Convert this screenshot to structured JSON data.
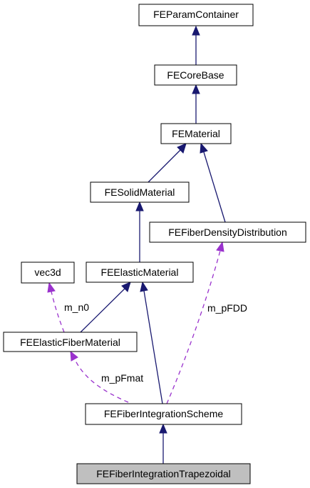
{
  "diagram": {
    "nodes": {
      "param_container": {
        "label": "FEParamContainer"
      },
      "core_base": {
        "label": "FECoreBase"
      },
      "material": {
        "label": "FEMaterial"
      },
      "solid_material": {
        "label": "FESolidMaterial"
      },
      "fiber_density": {
        "label": "FEFiberDensityDistribution"
      },
      "vec3d": {
        "label": "vec3d"
      },
      "elastic_material": {
        "label": "FEElasticMaterial"
      },
      "elastic_fiber_material": {
        "label": "FEElasticFiberMaterial"
      },
      "integration_scheme": {
        "label": "FEFiberIntegrationScheme"
      },
      "integration_trapezoidal": {
        "label": "FEFiberIntegrationTrapezoidal"
      }
    },
    "edge_labels": {
      "m_n0": "m_n0",
      "m_pFDD": "m_pFDD",
      "m_pFmat": "m_pFmat"
    },
    "colors": {
      "inheritance": "#191970",
      "member": "#9a32cd",
      "current_node_fill": "#bfbfbf"
    }
  }
}
